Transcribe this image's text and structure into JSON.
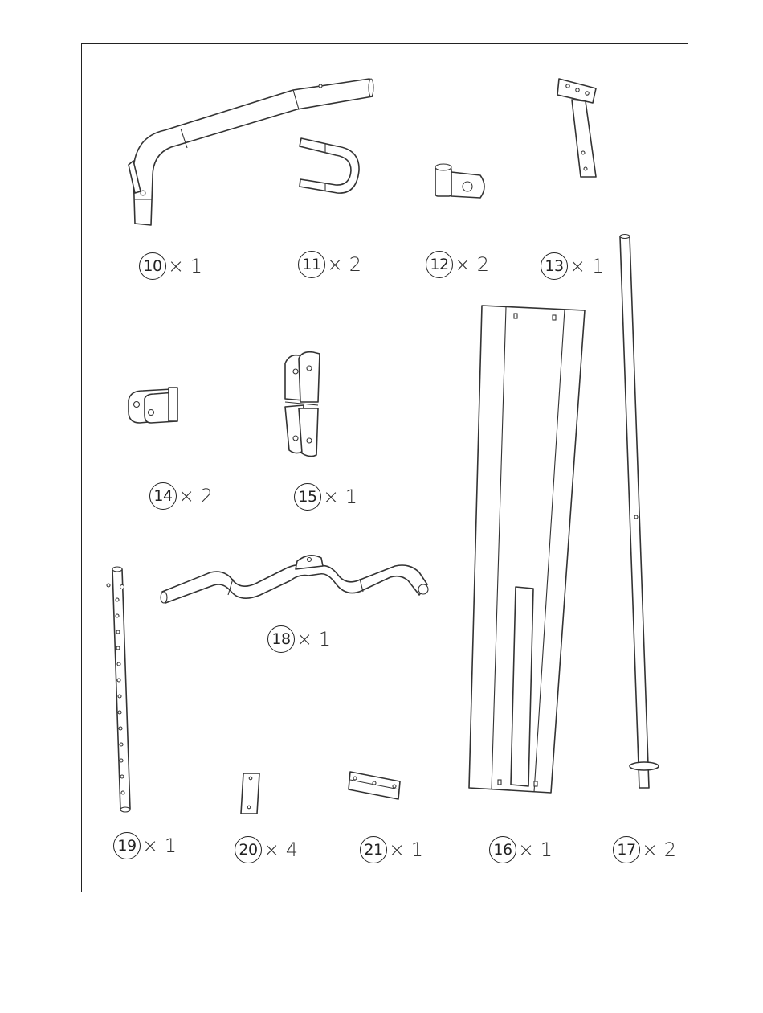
{
  "parts": [
    {
      "id": "part-10",
      "number": "10",
      "qty": "× 1"
    },
    {
      "id": "part-11",
      "number": "11",
      "qty": "× 2"
    },
    {
      "id": "part-12",
      "number": "12",
      "qty": "× 2"
    },
    {
      "id": "part-13",
      "number": "13",
      "qty": "× 1"
    },
    {
      "id": "part-14",
      "number": "14",
      "qty": "× 2"
    },
    {
      "id": "part-15",
      "number": "15",
      "qty": "× 1"
    },
    {
      "id": "part-18",
      "number": "18",
      "qty": "× 1"
    },
    {
      "id": "part-19",
      "number": "19",
      "qty": "× 1"
    },
    {
      "id": "part-20",
      "number": "20",
      "qty": "× 4"
    },
    {
      "id": "part-21",
      "number": "21",
      "qty": "× 1"
    },
    {
      "id": "part-16",
      "number": "16",
      "qty": "× 1"
    },
    {
      "id": "part-17",
      "number": "17",
      "qty": "× 2"
    }
  ],
  "colors": {
    "line": "#333333",
    "background": "#ffffff"
  }
}
